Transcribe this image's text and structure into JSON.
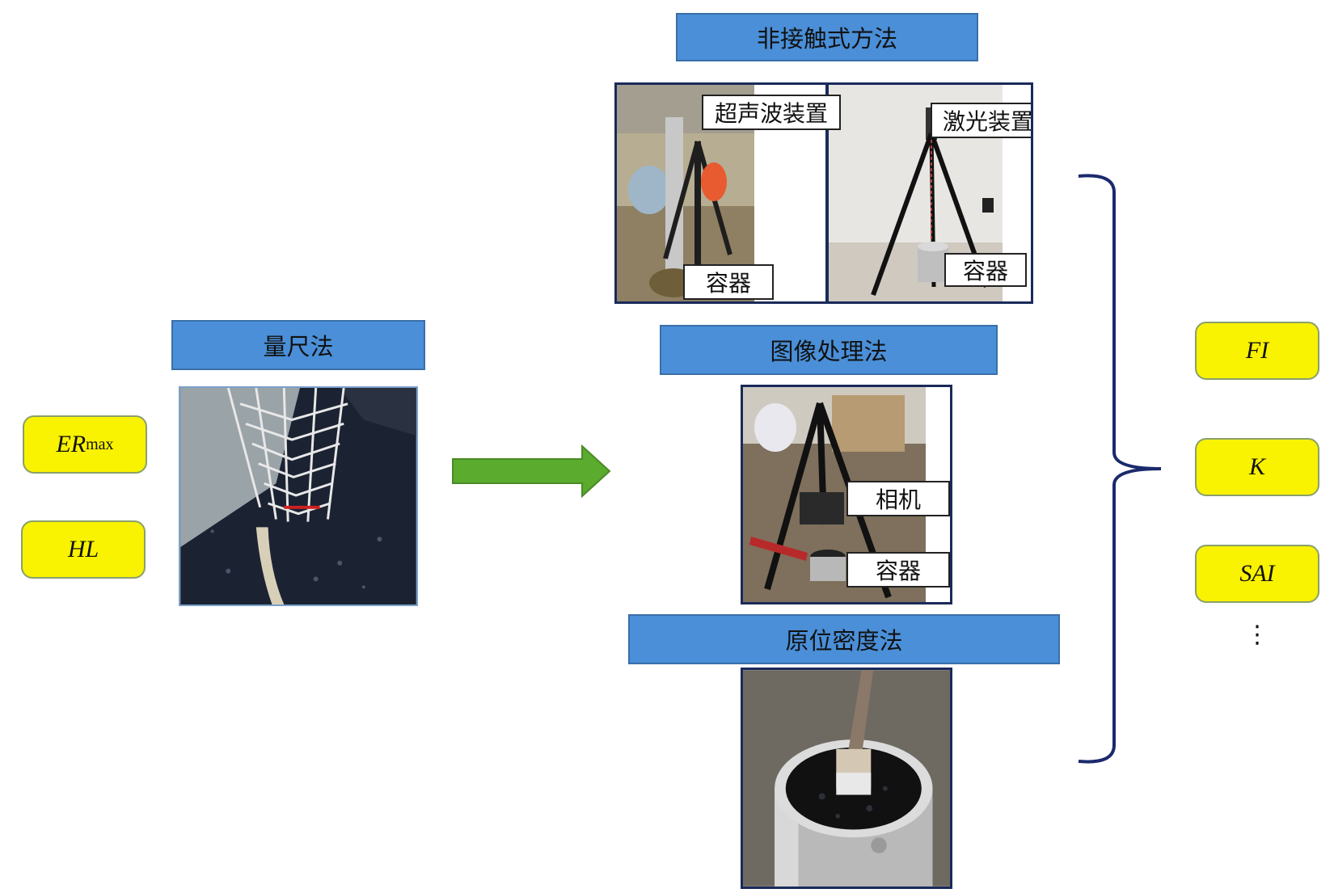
{
  "headers": {
    "non_contact": "非接触式方法",
    "ruler": "量尺法",
    "image_processing": "图像处理法",
    "in_situ_density": "原位密度法"
  },
  "labels": {
    "ultrasonic": "超声波装置",
    "laser": "激光装置",
    "container": "容器",
    "camera": "相机"
  },
  "inputs": {
    "er_main": "ER",
    "er_sub": "max",
    "hl": "HL"
  },
  "outputs": {
    "fi": "FI",
    "k": "K",
    "sai": "SAI",
    "more": "⋮"
  },
  "colors": {
    "header_blue": "#4a8fd8",
    "param_yellow": "#f9f200",
    "arrow_green": "#5aab2e",
    "brace_navy": "#1a2a6c"
  }
}
